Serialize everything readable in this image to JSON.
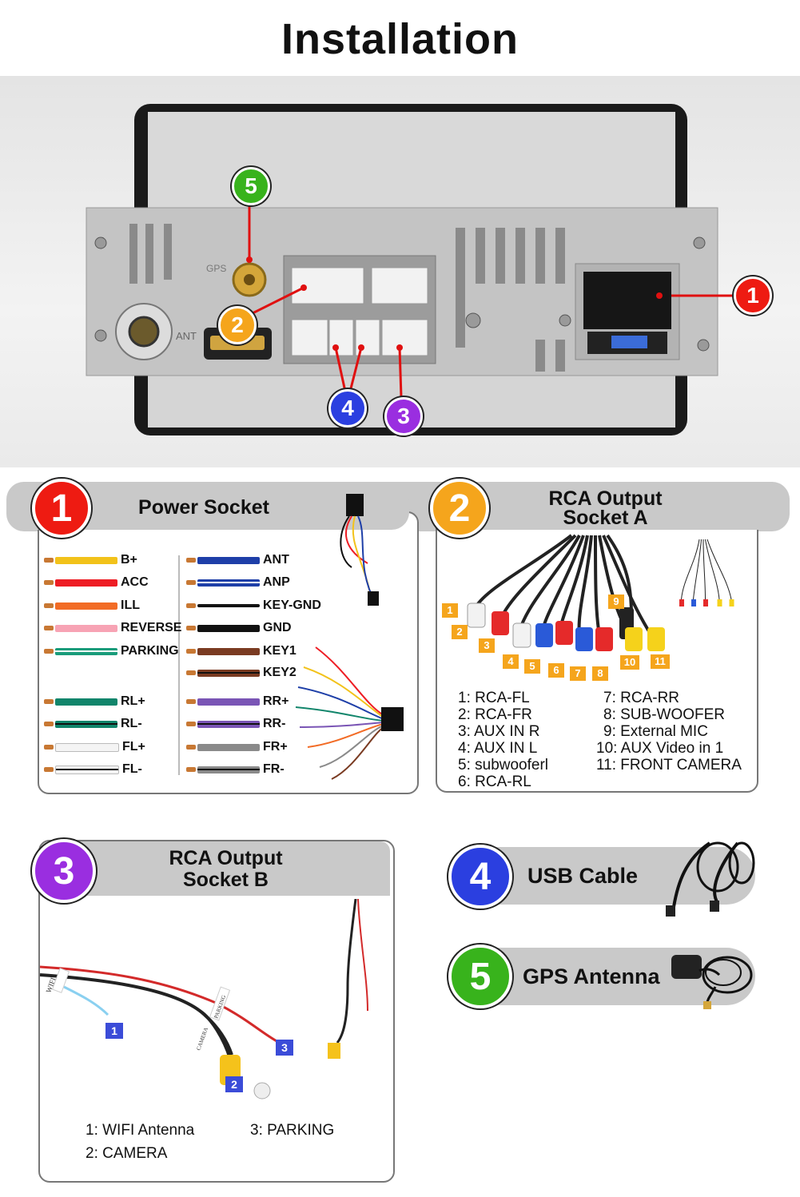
{
  "page_title": "Installation",
  "photo": {
    "port_labels": {
      "gps": "GPS",
      "ant": "ANT"
    },
    "callouts": [
      "1",
      "2",
      "3",
      "4",
      "5"
    ]
  },
  "sections": {
    "power_socket": {
      "number": "1",
      "title": "Power Socket",
      "left_wires": [
        {
          "label": "B+",
          "color": "#f2c21a",
          "stripe": ""
        },
        {
          "label": "ACC",
          "color": "#ee1d24",
          "stripe": ""
        },
        {
          "label": "ILL",
          "color": "#f26b25",
          "stripe": ""
        },
        {
          "label": "REVERSE",
          "color": "#f7a3b4",
          "stripe": ""
        },
        {
          "label": "PARKING",
          "color": "#1a9c7b",
          "stripe": "white"
        },
        {
          "label": "RL+",
          "color": "#11856b",
          "stripe": ""
        },
        {
          "label": "RL-",
          "color": "#11856b",
          "stripe": "black"
        },
        {
          "label": "FL+",
          "color": "#f4f4f4",
          "stripe": ""
        },
        {
          "label": "FL-",
          "color": "#f4f4f4",
          "stripe": "black"
        }
      ],
      "right_wires": [
        {
          "label": "ANT",
          "color": "#1e3fa8",
          "stripe": ""
        },
        {
          "label": "ANP",
          "color": "#1e3fa8",
          "stripe": "white"
        },
        {
          "label": "KEY-GND",
          "color": "#111111",
          "stripe": "thin"
        },
        {
          "label": "GND",
          "color": "#111111",
          "stripe": ""
        },
        {
          "label": "KEY1",
          "color": "#7a3b22",
          "stripe": ""
        },
        {
          "label": "KEY2",
          "color": "#7a3b22",
          "stripe": "black"
        },
        {
          "label": "RR+",
          "color": "#7a55b5",
          "stripe": ""
        },
        {
          "label": "RR-",
          "color": "#7a55b5",
          "stripe": "black"
        },
        {
          "label": "FR+",
          "color": "#8a8a8a",
          "stripe": ""
        },
        {
          "label": "FR-",
          "color": "#8a8a8a",
          "stripe": "black"
        }
      ]
    },
    "rca_a": {
      "number": "2",
      "title_line1": "RCA Output",
      "title_line2": "Socket A",
      "tags": [
        "1",
        "2",
        "3",
        "4",
        "5",
        "6",
        "7",
        "8",
        "9",
        "10",
        "11"
      ],
      "legend_left": [
        "1: RCA-FL",
        "2: RCA-FR",
        "3: AUX IN R",
        "4: AUX IN L",
        "5: subwooferl",
        "6: RCA-RL"
      ],
      "legend_right": [
        "7: RCA-RR",
        "8: SUB-WOOFER",
        "9: External MIC",
        "10: AUX Video in 1",
        "11: FRONT CAMERA"
      ]
    },
    "rca_b": {
      "number": "3",
      "title_line1": "RCA Output",
      "title_line2": "Socket B",
      "tags": [
        "1",
        "2",
        "3"
      ],
      "cable_labels": {
        "wifi": "WIFI",
        "parking": "PARKING",
        "camera": "CAMERA"
      },
      "legend": [
        "1: WIFI Antenna",
        "3: PARKING",
        "2: CAMERA"
      ]
    },
    "usb": {
      "number": "4",
      "title": "USB Cable"
    },
    "gps": {
      "number": "5",
      "title": "GPS Antenna"
    }
  }
}
